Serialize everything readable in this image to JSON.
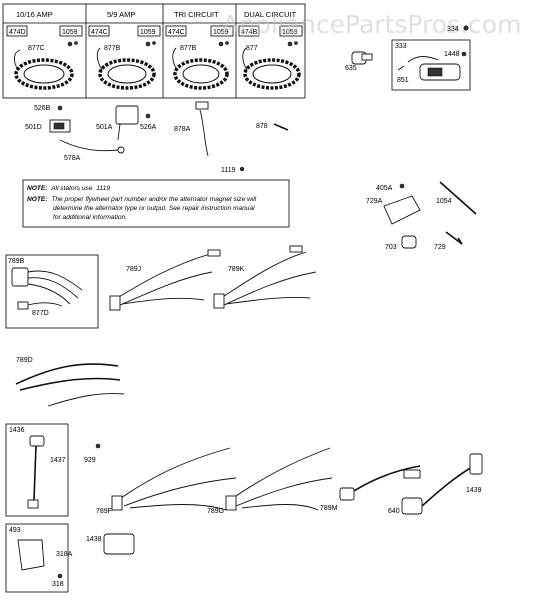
{
  "watermark": "AppliancePartsPros.com",
  "stator_headers": [
    "10/16 AMP",
    "5/9 AMP",
    "TRI CIRCUIT",
    "DUAL CIRCUIT"
  ],
  "labels": {
    "l474D": "474D",
    "l1059a": "1059",
    "l877C": "877C",
    "l474C": "474C",
    "l1059b": "1059",
    "l877B": "877B",
    "l474Cb": "474C",
    "l1059c": "1059",
    "l877Bb": "877B",
    "l474B": "474B",
    "l1059d": "1059",
    "l877": "877",
    "l334": "334",
    "l333": "333",
    "l1448": "1448",
    "l635": "635",
    "l851": "851",
    "l526B": "526B",
    "l501D": "501D",
    "l501A": "501A",
    "l526A": "526A",
    "l578A": "578A",
    "l878A": "878A",
    "l878": "878",
    "l1119": "1119",
    "l405A": "405A",
    "l729A": "729A",
    "l1054": "1054",
    "l703": "703",
    "l729": "729",
    "l789B": "789B",
    "l877D": "877D",
    "l789J": "789J",
    "l789K": "789K",
    "l789D": "789D",
    "l1436": "1436",
    "l1437": "1437",
    "l929": "929",
    "l789F": "789F",
    "l789G": "789G",
    "l789M": "789M",
    "l640": "640",
    "l1439": "1439",
    "l493": "493",
    "l318A": "318A",
    "l318": "318",
    "l1438": "1438"
  },
  "note": {
    "line1_prefix": "NOTE:",
    "line1_text": "All stators use",
    "line1_part": "1119",
    "line2_prefix": "NOTE:",
    "line2_text": "The proper flywheel part number and/or the alternator magnet size will",
    "line3_text": "determine the alternator type or output. See repair instruction manual",
    "line4_text": "for additional information."
  }
}
